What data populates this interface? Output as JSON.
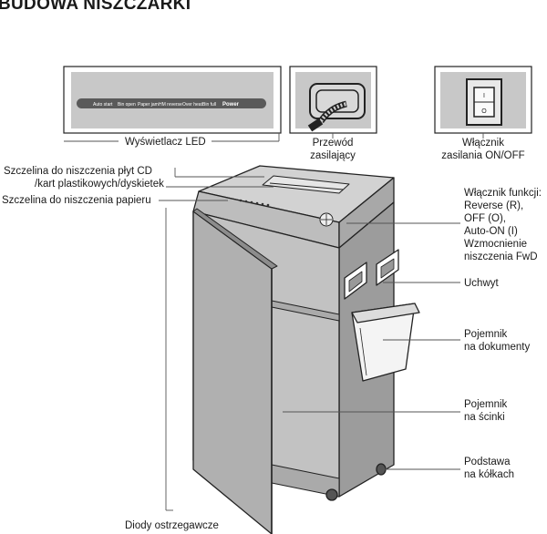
{
  "title": "BUDOWA NISZCZARKI",
  "panel": {
    "led_items": [
      "Auto start",
      "Bin open",
      "Paper jam",
      "HM reverse",
      "Over heat",
      "Bin full",
      "Power"
    ]
  },
  "labels": {
    "led_display": "Wyświetlacz LED",
    "power_cord": [
      "Przewód",
      "zasilający"
    ],
    "power_switch": [
      "Włącznik",
      "zasilania ON/OFF"
    ],
    "cd_slot": [
      "Szczelina do niszczenia płyt CD",
      "/kart plastikowych/dyskietek"
    ],
    "paper_slot": "Szczelina do niszczenia papieru",
    "function_switch": [
      "Włącznik funkcji:",
      "Reverse (R),",
      "OFF (O),",
      "Auto-ON (I)",
      "Wzmocnienie",
      "niszczenia FwD"
    ],
    "handle": "Uchwyt",
    "doc_bin": [
      "Pojemnik",
      "na dokumenty"
    ],
    "scrap_bin": [
      "Pojemnik",
      "na ścinki"
    ],
    "base": [
      "Podstawa",
      "na kółkach"
    ],
    "warning_leds": "Diody ostrzegawcze"
  },
  "switch_marks": {
    "on": "I",
    "off": "O"
  }
}
